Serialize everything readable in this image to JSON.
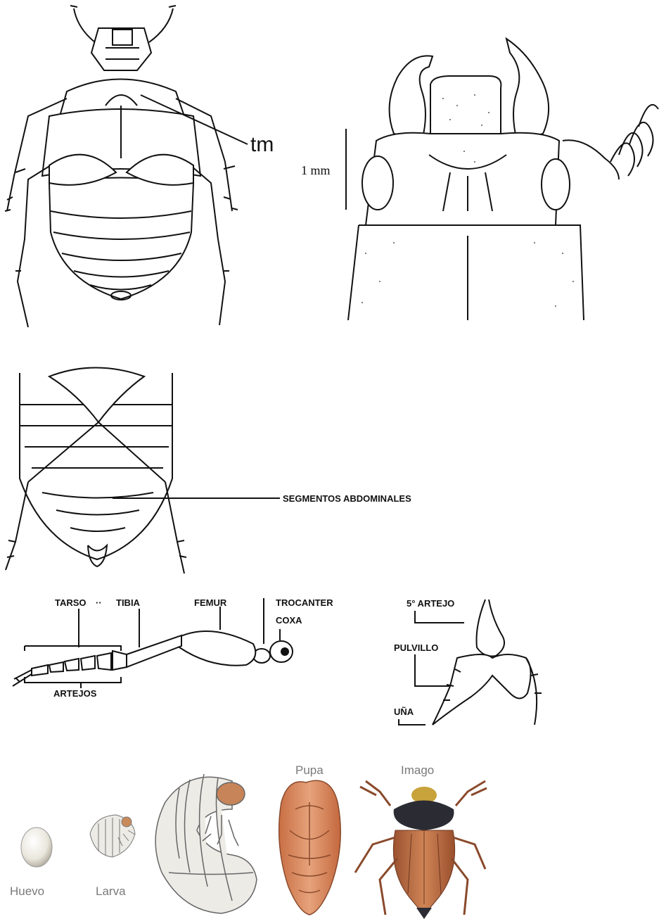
{
  "figure1": {
    "label_tm": "tm"
  },
  "figure2": {
    "scale_label": "1 mm"
  },
  "figure3": {
    "label_segments": "SEGMENTOS ABDOMINALES"
  },
  "figure4": {
    "tarso": "TARSO",
    "tibia": "TIBIA",
    "femur": "FEMUR",
    "trocanter": "TROCANTER",
    "coxa": "COXA",
    "artejos": "ARTEJOS"
  },
  "figure5": {
    "artejo5": "5° ARTEJO",
    "pulvillo": "PULVILLO",
    "una": "UÑA"
  },
  "lifecycle": {
    "huevo": "Huevo",
    "larva": "Larva",
    "pupa": "Pupa",
    "imago": "Imago",
    "colors": {
      "pupa": "#d9875a",
      "imago_elytra": "#b5653a",
      "imago_head": "#2b2b33",
      "larva": "#ecebe6"
    }
  }
}
